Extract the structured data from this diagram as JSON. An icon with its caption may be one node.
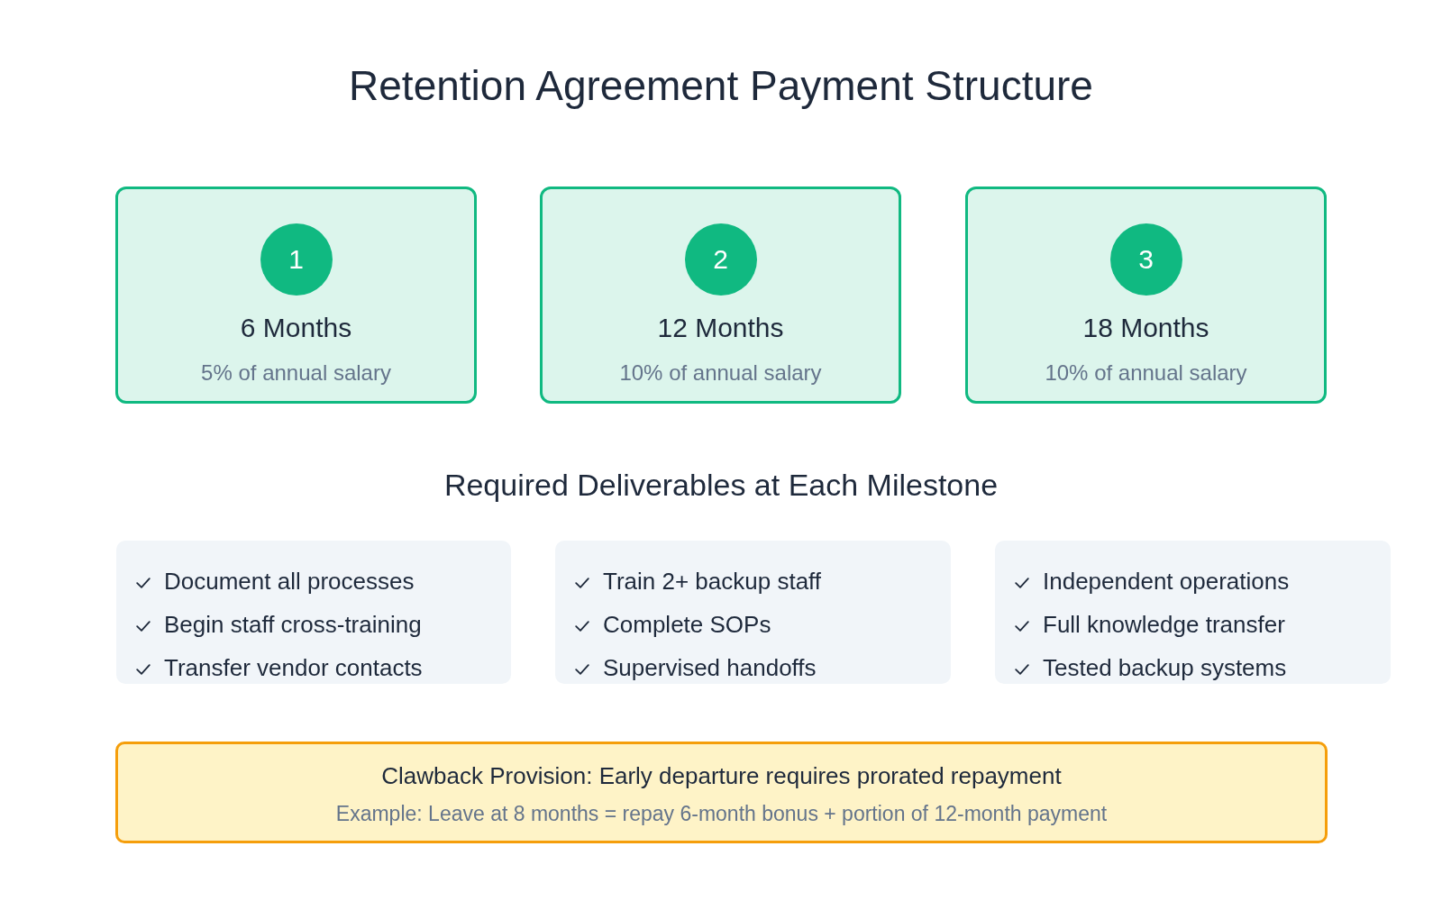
{
  "diagram": {
    "title": "Retention Agreement Payment Structure",
    "nodes": [
      {
        "text": [
          "6 Months",
          "5% of annual salary"
        ]
      },
      {
        "text": [
          "1"
        ],
        "in": 0
      },
      {
        "text": [
          "12 Months",
          "10% of annual salary"
        ]
      },
      {
        "text": [
          "2"
        ],
        "in": 2
      },
      {
        "text": [
          "18 Months",
          "10% of annual salary"
        ]
      },
      {
        "text": [
          "3"
        ],
        "in": 4
      },
      {
        "text": [
          "Document all processes",
          "Begin staff cross-training",
          "Transfer vendor contacts"
        ]
      },
      {
        "text": [
          "Train 2+ backup staff",
          "Complete SOPs",
          "Supervised handoffs"
        ]
      },
      {
        "text": [
          "Independent operations",
          "Full knowledge transfer",
          "Tested backup systems"
        ]
      },
      {
        "text": [
          "Clawback Provision: Early departure requires prorated repayment",
          "Example: Leave at 8 months = repay 6-month bonus + portion of 12-month payment"
        ]
      }
    ],
    "labels": [
      "Required Deliverables at Each Milestone"
    ]
  }
}
